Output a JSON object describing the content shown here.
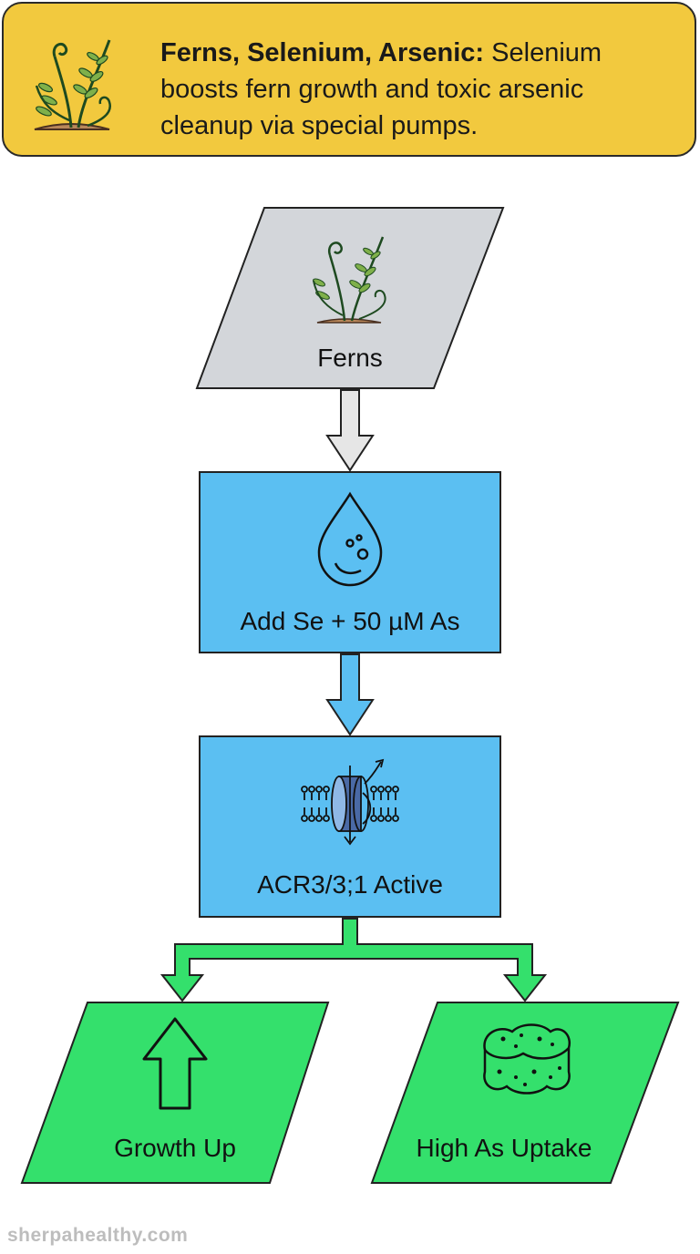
{
  "header": {
    "title_bold": "Ferns, Selenium, Arsenic:",
    "title_rest": "Selenium boosts fern growth and toxic arsenic cleanup via special pumps.",
    "icon": "fern-icon",
    "background": "#f2c93e"
  },
  "nodes": {
    "ferns": {
      "label": "Ferns",
      "icon": "fern-icon",
      "shape": "parallelogram",
      "color": "#d3d6da"
    },
    "add": {
      "label": "Add Se + 50 µM As",
      "icon": "water-drop-icon",
      "shape": "rectangle",
      "color": "#5bbff2"
    },
    "acr": {
      "label": "ACR3/3;1 Active",
      "icon": "membrane-transporter-icon",
      "shape": "rectangle",
      "color": "#5bbff2"
    },
    "growth": {
      "label": "Growth Up",
      "icon": "up-arrow-icon",
      "shape": "parallelogram",
      "color": "#34e06c"
    },
    "uptake": {
      "label": "High As Uptake",
      "icon": "sponge-icon",
      "shape": "parallelogram",
      "color": "#34e06c"
    }
  },
  "edges": [
    {
      "from": "ferns",
      "to": "add"
    },
    {
      "from": "add",
      "to": "acr"
    },
    {
      "from": "acr",
      "to": "growth"
    },
    {
      "from": "acr",
      "to": "uptake"
    }
  ],
  "footer": {
    "watermark": "sherpahealthy.com"
  }
}
